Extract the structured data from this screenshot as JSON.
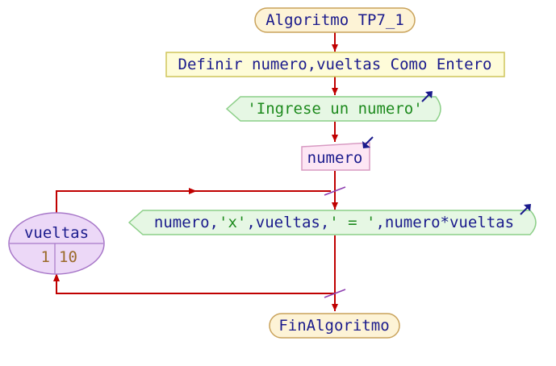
{
  "start": {
    "label": "Algoritmo TP7_1"
  },
  "define": {
    "keyword": "Definir",
    "vars": "numero,vueltas",
    "keyword2": "Como",
    "type": "Entero"
  },
  "write1": {
    "text": "'Ingrese un numero'"
  },
  "read1": {
    "text": "numero"
  },
  "loop": {
    "var": "vueltas",
    "from": "1",
    "to": "10"
  },
  "write2": {
    "p1": "numero,",
    "p2": "'x'",
    "p3": ",vueltas,",
    "p4": "' = '",
    "p5": ",numero*vueltas"
  },
  "end": {
    "label": "FinAlgoritmo"
  },
  "colors": {
    "terminal_fill": "#fdf3d6",
    "terminal_stroke": "#c9a25a",
    "process_fill": "#fefcd9",
    "process_stroke": "#cfc55a",
    "output_fill": "#e6f7e4",
    "output_stroke": "#8ccf88",
    "input_fill": "#fde6f4",
    "input_stroke": "#d89ac2",
    "loop_fill": "#ecd8f7",
    "loop_stroke": "#a777c8",
    "line": "#c00000",
    "text": "#1a1a8c"
  }
}
